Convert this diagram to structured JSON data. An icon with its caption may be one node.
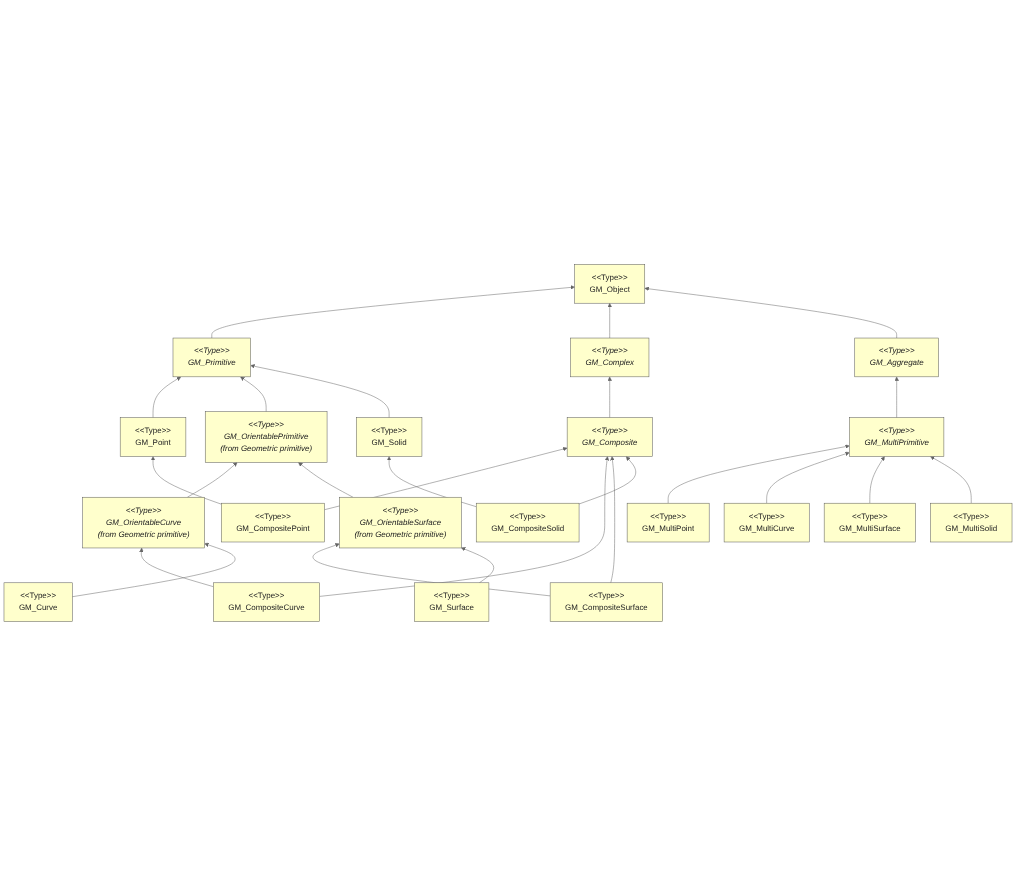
{
  "diagram": {
    "nodes": [
      {
        "text": [
          "<<Type>>",
          "GM_Object"
        ]
      },
      {
        "text": [
          "<<Type>>",
          "GM_Primitive"
        ]
      },
      {
        "text": [
          "<<Type>>",
          "GM_Complex"
        ]
      },
      {
        "text": [
          "<<Type>>",
          "GM_Aggregate"
        ]
      },
      {
        "text": [
          "<<Type>>",
          "GM_Composite"
        ]
      },
      {
        "text": [
          "<<Type>>",
          "GM_MultiPrimitive"
        ]
      },
      {
        "text": [
          "<<Type>>",
          "GM_Point"
        ]
      },
      {
        "text": [
          "<<Type>>",
          "GM_CompositePoint"
        ]
      },
      {
        "text": [
          "<<Type>>",
          "GM_OrientablePrimitive",
          "(from Geometric primitive)"
        ]
      },
      {
        "text": [
          "<<Type>>",
          "GM_MultiPoint"
        ]
      },
      {
        "text": [
          "<<Type>>",
          "GM_OrientableCurve",
          "(from Geometric primitive)"
        ]
      },
      {
        "text": [
          "<<Type>>",
          "GM_CompositeCurve"
        ]
      },
      {
        "text": [
          "<<Type>>",
          "GM_MultiCurve"
        ]
      },
      {
        "text": [
          "<<Type>>",
          "GM_OrientableSurface",
          "(from Geometric primitive)"
        ]
      },
      {
        "text": [
          "<<Type>>",
          "GM_CompositeSurface"
        ]
      },
      {
        "text": [
          "<<Type>>",
          "GM_MultiSurface"
        ]
      },
      {
        "text": [
          "<<Type>>",
          "GM_Curve"
        ]
      },
      {
        "text": [
          "<<Type>>",
          "GM_Surface"
        ]
      },
      {
        "text": [
          "<<Type>>",
          "GM_Solid"
        ]
      },
      {
        "text": [
          "<<Type>>",
          "GM_CompositeSolid"
        ]
      },
      {
        "text": [
          "<<Type>>",
          "GM_MultiSolid"
        ]
      }
    ],
    "edges": [
      {
        "from": 1,
        "to": 0,
        "arrow": "to"
      },
      {
        "from": 2,
        "to": 0,
        "arrow": "to"
      },
      {
        "from": 3,
        "to": 0,
        "arrow": "to"
      },
      {
        "from": 4,
        "to": 2,
        "arrow": "to"
      },
      {
        "from": 5,
        "to": 3,
        "arrow": "to"
      },
      {
        "from": 6,
        "to": 1,
        "arrow": "to"
      },
      {
        "from": 8,
        "to": 1,
        "arrow": "to"
      },
      {
        "from": 18,
        "to": 1,
        "arrow": "to"
      },
      {
        "from": 7,
        "to": 4,
        "arrow": "to"
      },
      {
        "from": 11,
        "to": 4,
        "arrow": "to"
      },
      {
        "from": 14,
        "to": 4,
        "arrow": "to"
      },
      {
        "from": 19,
        "to": 4,
        "arrow": "to"
      },
      {
        "from": 9,
        "to": 5,
        "arrow": "to"
      },
      {
        "from": 12,
        "to": 5,
        "arrow": "to"
      },
      {
        "from": 15,
        "to": 5,
        "arrow": "to"
      },
      {
        "from": 20,
        "to": 5,
        "arrow": "to"
      },
      {
        "from": 7,
        "to": 6,
        "arrow": "to"
      },
      {
        "from": 10,
        "to": 8,
        "arrow": "to"
      },
      {
        "from": 13,
        "to": 8,
        "arrow": "to"
      },
      {
        "from": 11,
        "to": 10,
        "arrow": "to"
      },
      {
        "from": 16,
        "to": 10,
        "arrow": "to"
      },
      {
        "from": 14,
        "to": 13,
        "arrow": "to"
      },
      {
        "from": 17,
        "to": 13,
        "arrow": "to"
      },
      {
        "from": 19,
        "to": 18,
        "arrow": "to"
      }
    ]
  }
}
